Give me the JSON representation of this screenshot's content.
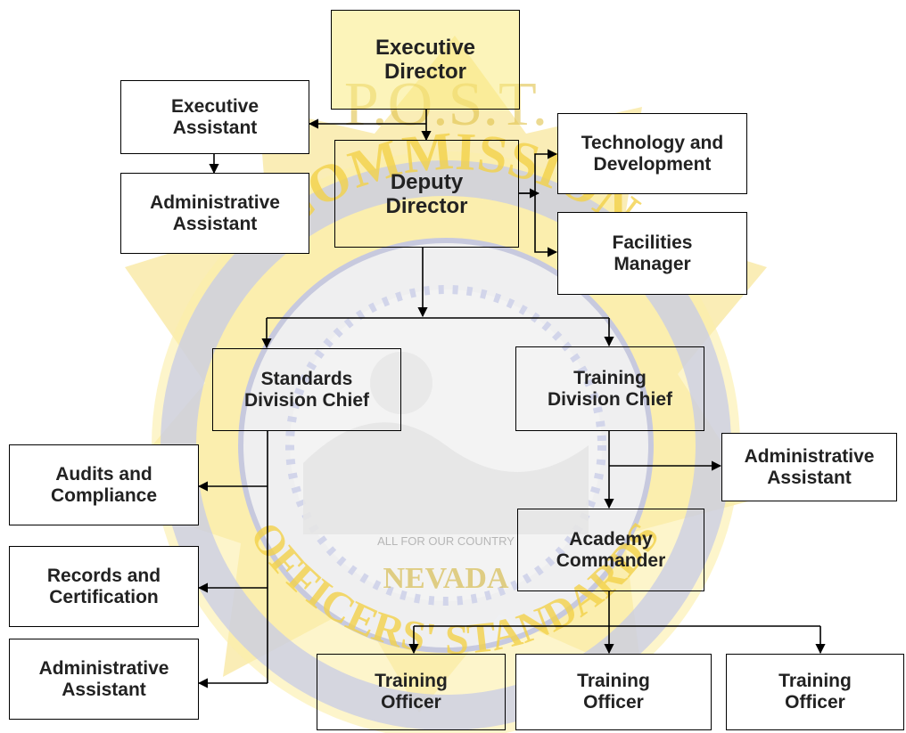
{
  "colors": {
    "line": "#000000",
    "box_border": "#000000",
    "text": "#222222",
    "watermark_gold": "#f3d24a",
    "watermark_blue": "#b9bde0",
    "watermark_text": "#d9d9d9"
  },
  "watermark": {
    "top_text": "P.O.S.T.",
    "ring_top_text": "COMMISSION",
    "ring_bottom_text": "OFFICERS' STANDARDS",
    "state_text": "NEVADA",
    "seal_text": "ALL FOR OUR COUNTRY"
  },
  "org_chart": {
    "nodes": [
      {
        "id": "executive-director",
        "label": "Executive\nDirector"
      },
      {
        "id": "executive-assistant",
        "label": "Executive\nAssistant"
      },
      {
        "id": "administrative-assistant-exec",
        "label": "Administrative\nAssistant"
      },
      {
        "id": "deputy-director",
        "label": "Deputy\nDirector"
      },
      {
        "id": "technology-and-development",
        "label": "Technology and\nDevelopment"
      },
      {
        "id": "facilities-manager",
        "label": "Facilities\nManager"
      },
      {
        "id": "standards-division-chief",
        "label": "Standards\nDivision Chief"
      },
      {
        "id": "training-division-chief",
        "label": "Training\nDivision Chief"
      },
      {
        "id": "audits-and-compliance",
        "label": "Audits and\nCompliance"
      },
      {
        "id": "records-and-certification",
        "label": "Records and\nCertification"
      },
      {
        "id": "administrative-assistant-standards",
        "label": "Administrative\nAssistant"
      },
      {
        "id": "administrative-assistant-training",
        "label": "Administrative\nAssistant"
      },
      {
        "id": "academy-commander",
        "label": "Academy\nCommander"
      },
      {
        "id": "training-officer-1",
        "label": "Training\nOfficer"
      },
      {
        "id": "training-officer-2",
        "label": "Training\nOfficer"
      },
      {
        "id": "training-officer-3",
        "label": "Training\nOfficer"
      }
    ],
    "edges": [
      [
        "executive-director",
        "deputy-director"
      ],
      [
        "executive-director",
        "executive-assistant"
      ],
      [
        "executive-assistant",
        "administrative-assistant-exec"
      ],
      [
        "deputy-director",
        "technology-and-development"
      ],
      [
        "deputy-director",
        "facilities-manager"
      ],
      [
        "deputy-director",
        "standards-division-chief"
      ],
      [
        "deputy-director",
        "training-division-chief"
      ],
      [
        "standards-division-chief",
        "audits-and-compliance"
      ],
      [
        "standards-division-chief",
        "records-and-certification"
      ],
      [
        "standards-division-chief",
        "administrative-assistant-standards"
      ],
      [
        "training-division-chief",
        "administrative-assistant-training"
      ],
      [
        "training-division-chief",
        "academy-commander"
      ],
      [
        "academy-commander",
        "training-officer-1"
      ],
      [
        "academy-commander",
        "training-officer-2"
      ],
      [
        "academy-commander",
        "training-officer-3"
      ]
    ]
  }
}
